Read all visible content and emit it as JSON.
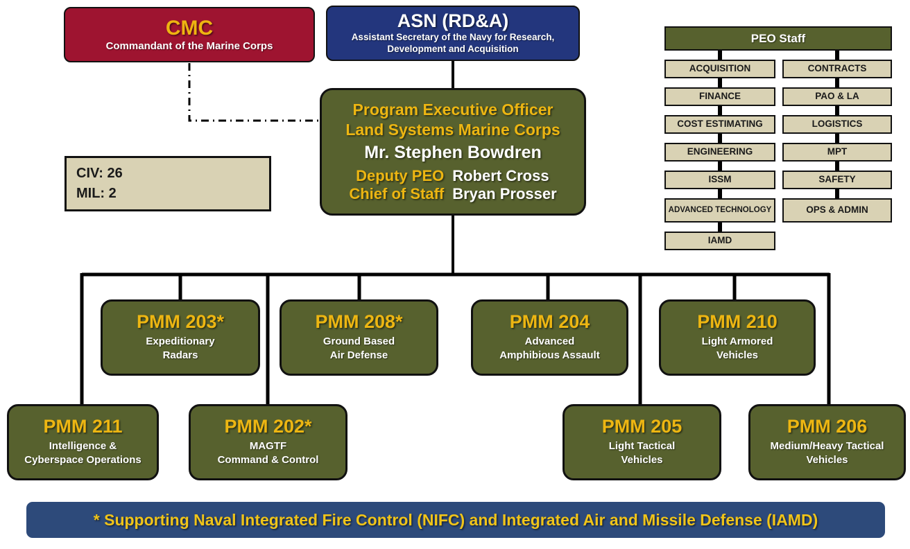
{
  "palette": {
    "crimson": "#9e1430",
    "navy": "#23367d",
    "olive": "#57612e",
    "tan": "#d9d2b4",
    "gold": "#edb612",
    "banner_blue": "#2d4a7a"
  },
  "cmc": {
    "title": "CMC",
    "subtitle": "Commandant of the Marine Corps"
  },
  "asn": {
    "title": "ASN (RD&A)",
    "subtitle": "Assistant Secretary of the Navy for Research, Development and Acquisition"
  },
  "peo": {
    "title_line1": "Program Executive Officer",
    "title_line2": "Land Systems Marine Corps",
    "name": "Mr. Stephen Bowdren",
    "deputy_label": "Deputy PEO",
    "deputy_name": "Robert Cross",
    "cos_label": "Chief of Staff",
    "cos_name": "Bryan Prosser"
  },
  "manning": {
    "civ": "CIV: 26",
    "mil": "MIL: 2"
  },
  "peo_staff": {
    "title": "PEO Staff",
    "left_column": [
      "ACQUISITION",
      "FINANCE",
      "COST ESTIMATING",
      "ENGINEERING",
      "ISSM",
      "ADVANCED TECHNOLOGY",
      "IAMD"
    ],
    "right_column": [
      "CONTRACTS",
      "PAO & LA",
      "LOGISTICS",
      "MPT",
      "SAFETY",
      "OPS & ADMIN"
    ]
  },
  "pmm_top": [
    {
      "code": "PMM 203*",
      "line1": "Expeditionary",
      "line2": "Radars"
    },
    {
      "code": "PMM 208*",
      "line1": "Ground Based",
      "line2": "Air Defense"
    },
    {
      "code": "PMM 204",
      "line1": "Advanced",
      "line2": "Amphibious Assault"
    },
    {
      "code": "PMM 210",
      "line1": "Light Armored",
      "line2": "Vehicles"
    }
  ],
  "pmm_bottom": [
    {
      "code": "PMM 211",
      "line1": "Intelligence &",
      "line2": "Cyberspace Operations"
    },
    {
      "code": "PMM 202*",
      "line1": "MAGTF",
      "line2": "Command & Control"
    },
    {
      "code": "PMM 205",
      "line1": "Light Tactical",
      "line2": "Vehicles"
    },
    {
      "code": "PMM 206",
      "line1": "Medium/Heavy Tactical",
      "line2": "Vehicles"
    }
  ],
  "footnote": "* Supporting Naval Integrated Fire Control (NIFC) and Integrated Air and Missile Defense (IAMD)"
}
